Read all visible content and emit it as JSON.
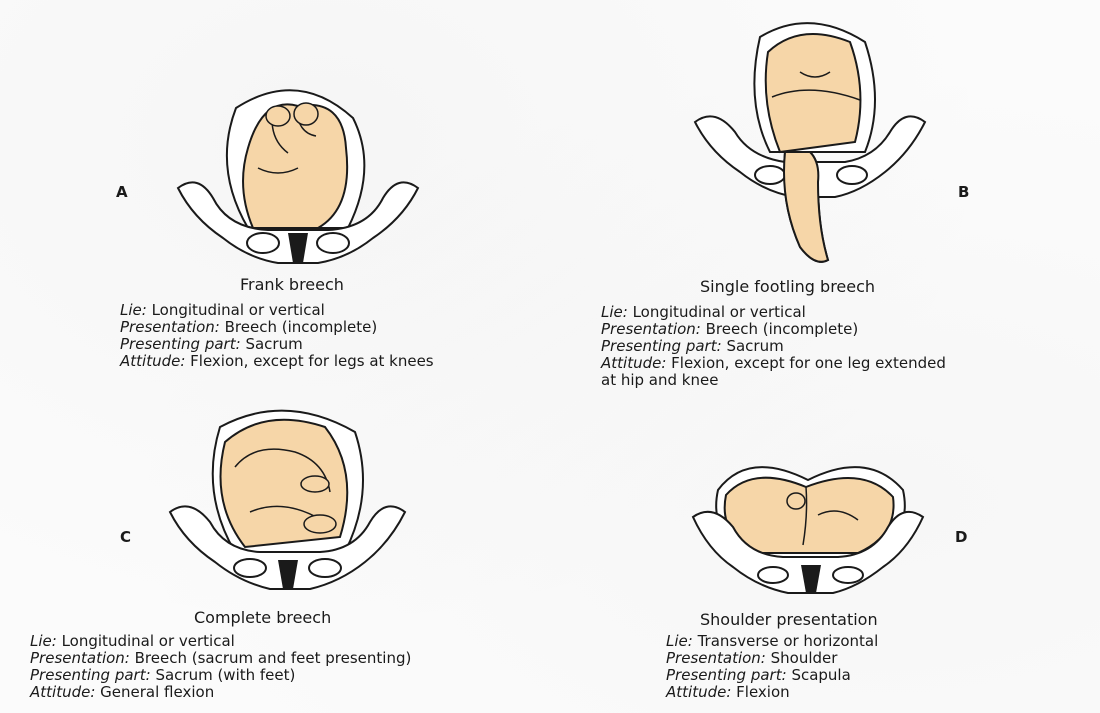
{
  "panels": [
    {
      "letter": "A",
      "caption": "Frank breech",
      "rows": [
        {
          "k": "Lie:",
          "v": "Longitudinal or vertical"
        },
        {
          "k": "Presentation:",
          "v": "Breech (incomplete)"
        },
        {
          "k": "Presenting part:",
          "v": "Sacrum"
        },
        {
          "k": "Attitude:",
          "v": "Flexion, except for legs at knees"
        }
      ]
    },
    {
      "letter": "B",
      "caption": "Single footling breech",
      "rows": [
        {
          "k": "Lie:",
          "v": "Longitudinal or vertical"
        },
        {
          "k": "Presentation:",
          "v": "Breech (incomplete)"
        },
        {
          "k": "Presenting part:",
          "v": "Sacrum"
        },
        {
          "k": "Attitude:",
          "v": "Flexion, except for one leg extended"
        },
        {
          "k": "",
          "v": "at hip and knee"
        }
      ]
    },
    {
      "letter": "C",
      "caption": "Complete breech",
      "rows": [
        {
          "k": "Lie:",
          "v": "Longitudinal or vertical"
        },
        {
          "k": "Presentation:",
          "v": "Breech (sacrum and feet presenting)"
        },
        {
          "k": "Presenting part:",
          "v": "Sacrum (with feet)"
        },
        {
          "k": "Attitude:",
          "v": "General flexion"
        }
      ]
    },
    {
      "letter": "D",
      "caption": "Shoulder presentation",
      "rows": [
        {
          "k": "Lie:",
          "v": "Transverse or horizontal"
        },
        {
          "k": "Presentation:",
          "v": "Shoulder"
        },
        {
          "k": "Presenting part:",
          "v": "Scapula"
        },
        {
          "k": "Attitude:",
          "v": "Flexion"
        }
      ]
    }
  ],
  "colors": {
    "skin": "#f6d6a8",
    "outline": "#1a1a1a",
    "uterus": "#ffffff",
    "pelvis": "#ffffff"
  }
}
